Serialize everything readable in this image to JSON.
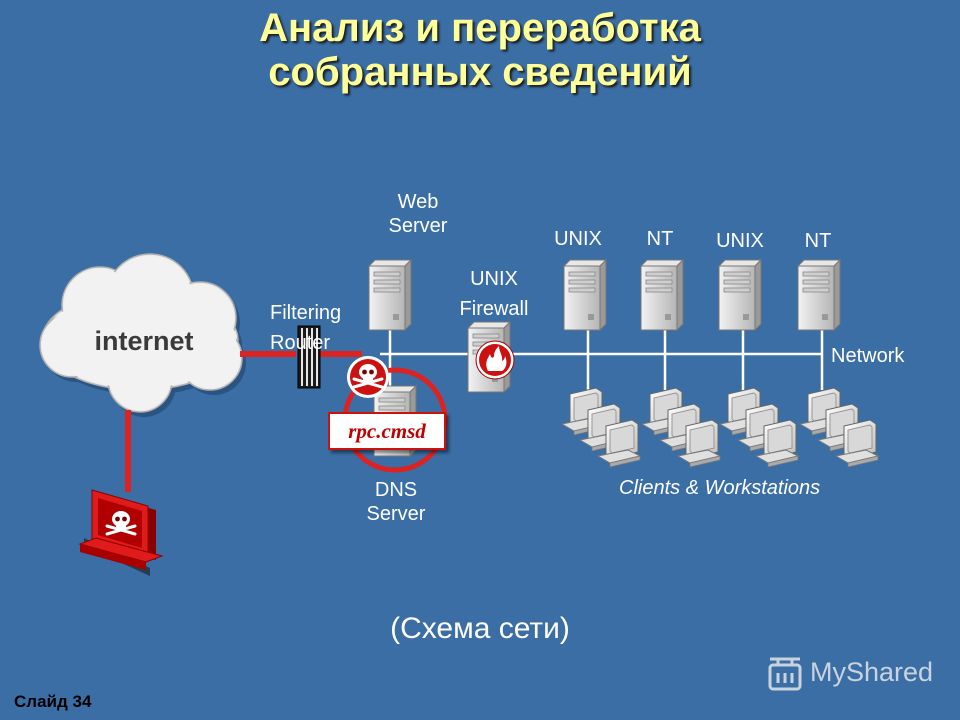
{
  "slide": {
    "title_line1": "Анализ и переработка",
    "title_line2": "собранных сведений",
    "caption": "(Схема сети)",
    "slide_number": "Слайд 34",
    "watermark": "MyShared"
  },
  "diagram": {
    "internet_label": "internet",
    "router_label_line1": "Filtering",
    "router_label_line2": "Router",
    "web_server_line1": "Web",
    "web_server_line2": "Server",
    "firewall_line1": "UNIX",
    "firewall_line2": "Firewall",
    "dns_server_line1": "DNS",
    "dns_server_line2": "Server",
    "servers": [
      "UNIX",
      "NT",
      "UNIX",
      "NT"
    ],
    "network_label": "Network",
    "clients_label": "Clients & Workstations",
    "rpc_label": "rpc.cmsd"
  },
  "colors": {
    "background": "#3a6ea5",
    "title": "#ffff99",
    "attack_path": "#dd2222"
  }
}
